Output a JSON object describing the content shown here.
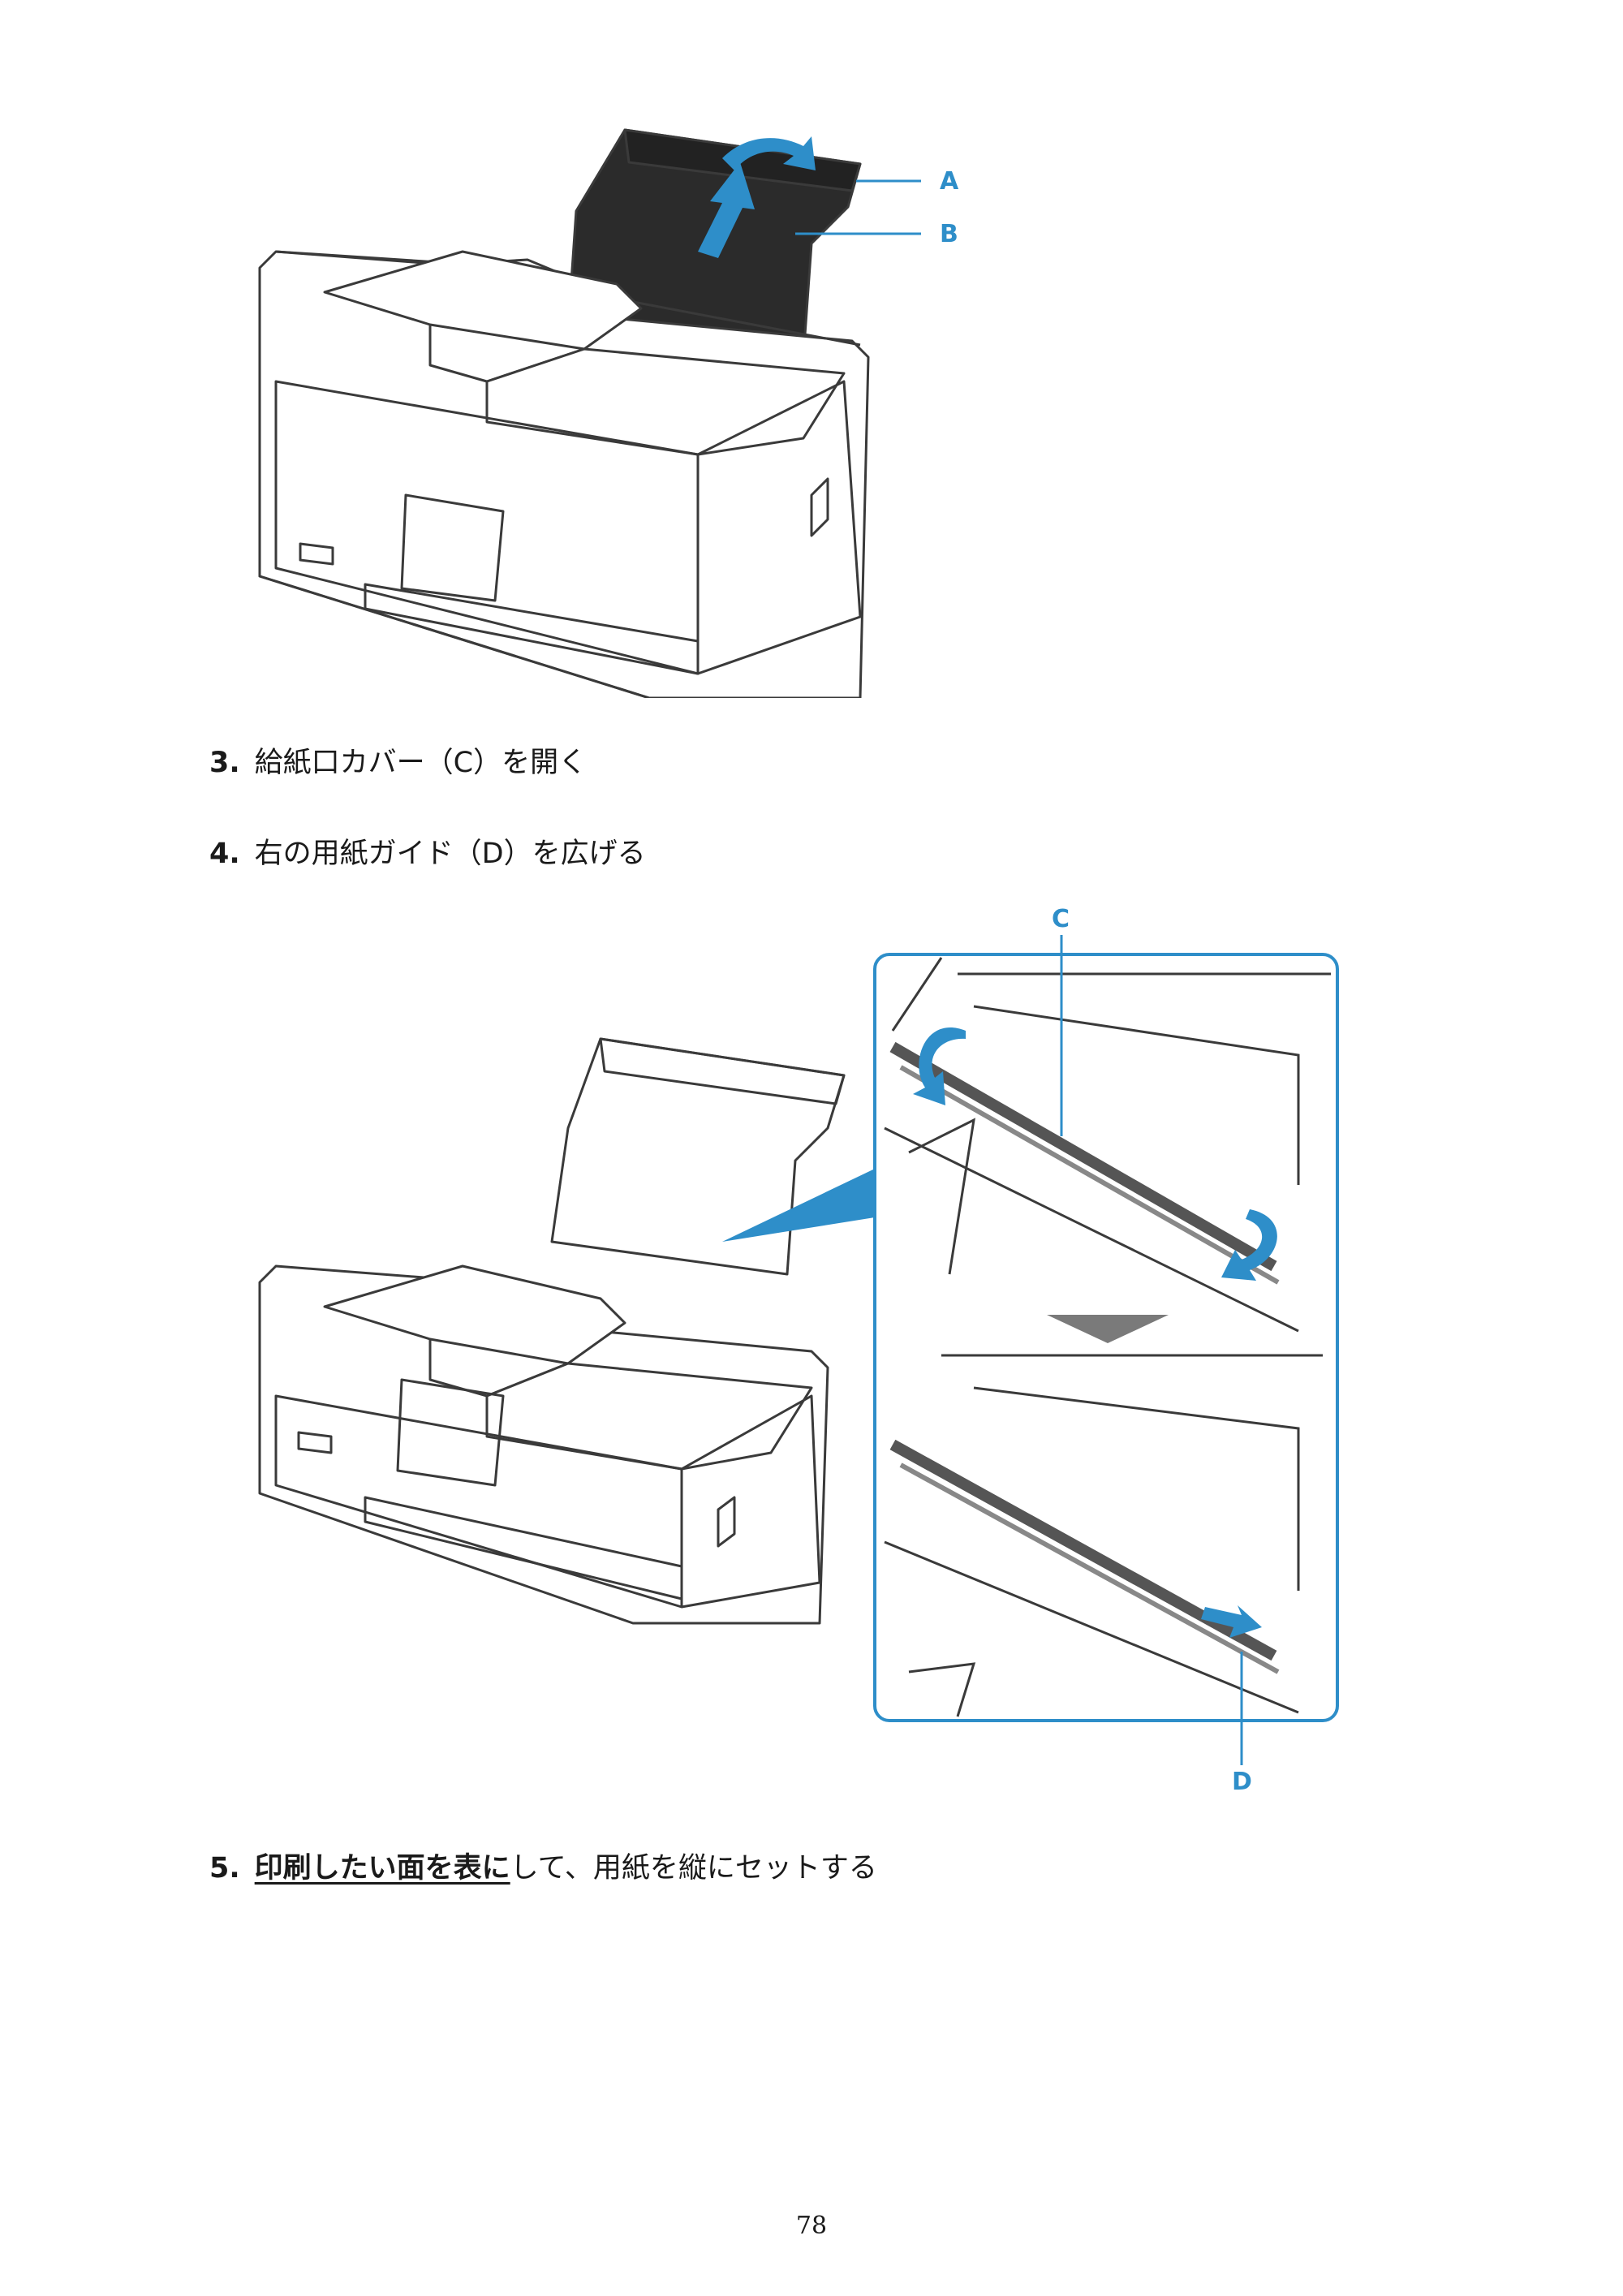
{
  "figure1": {
    "callout_a": "A",
    "callout_b": "B"
  },
  "steps": [
    {
      "number": "3.",
      "text": "給紙口カバー（C）を開く"
    },
    {
      "number": "4.",
      "text": "右の用紙ガイド（D）を広げる"
    },
    {
      "number": "5.",
      "emphasis": "印刷したい面を表に",
      "text": "して、用紙を縦にセットする"
    }
  ],
  "figure2": {
    "callout_c": "C",
    "callout_d": "D"
  },
  "colors": {
    "accent": "#2e8ec9",
    "line": "#3a3a3a"
  },
  "page_number": "78"
}
